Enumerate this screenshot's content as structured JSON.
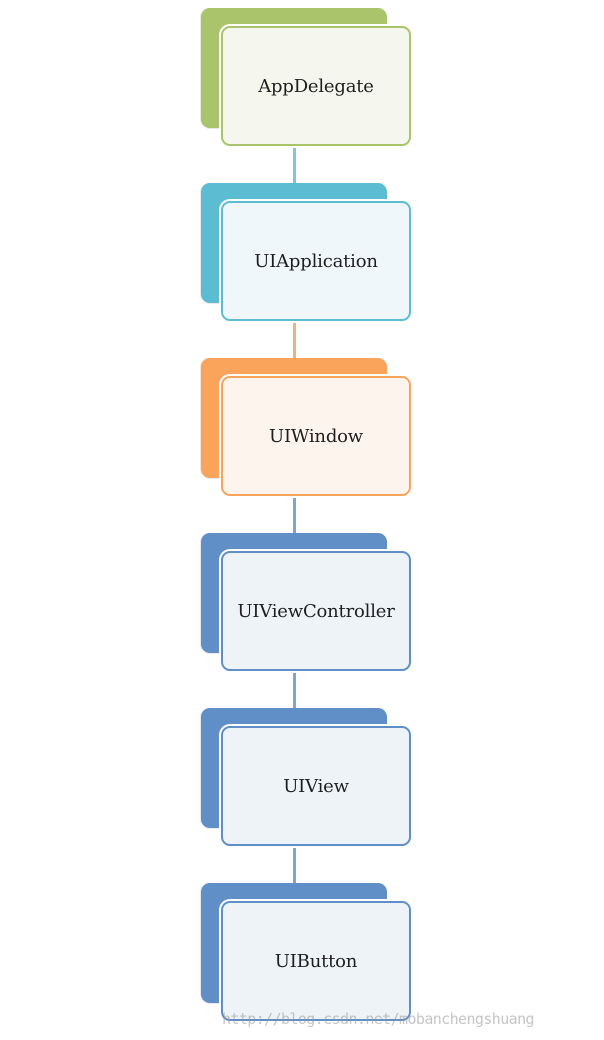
{
  "diagram": {
    "nodes": [
      {
        "label": "AppDelegate",
        "back_color": "#a9c46b",
        "front_fill": "#f5f7ef",
        "border_color": "#a9c46b"
      },
      {
        "label": "UIApplication",
        "back_color": "#5bbcd2",
        "front_fill": "#eff7fa",
        "border_color": "#5bbcd2"
      },
      {
        "label": "UIWindow",
        "back_color": "#f9a45a",
        "front_fill": "#fdf4ee",
        "border_color": "#f9a45a"
      },
      {
        "label": "UIViewController",
        "back_color": "#5f8fc6",
        "front_fill": "#eef3f8",
        "border_color": "#5f8fc6"
      },
      {
        "label": "UIView",
        "back_color": "#5f8fc6",
        "front_fill": "#eef3f8",
        "border_color": "#5f8fc6"
      },
      {
        "label": "UIButton",
        "back_color": "#5f8fc6",
        "front_fill": "#eef3f8",
        "border_color": "#5f8fc6"
      }
    ],
    "connectors": [
      {
        "from": "AppDelegate",
        "to": "UIApplication",
        "color": "#7ec7da"
      },
      {
        "from": "UIApplication",
        "to": "UIWindow",
        "color": "#f3b07c"
      },
      {
        "from": "UIWindow",
        "to": "UIViewController",
        "color": "#7ea5d2"
      },
      {
        "from": "UIViewController",
        "to": "UIView",
        "color": "#7ea5d2"
      },
      {
        "from": "UIView",
        "to": "UIButton",
        "color": "#7ea5d2"
      }
    ]
  },
  "watermark": "http://blog.csdn.net/mobanchengshuang"
}
